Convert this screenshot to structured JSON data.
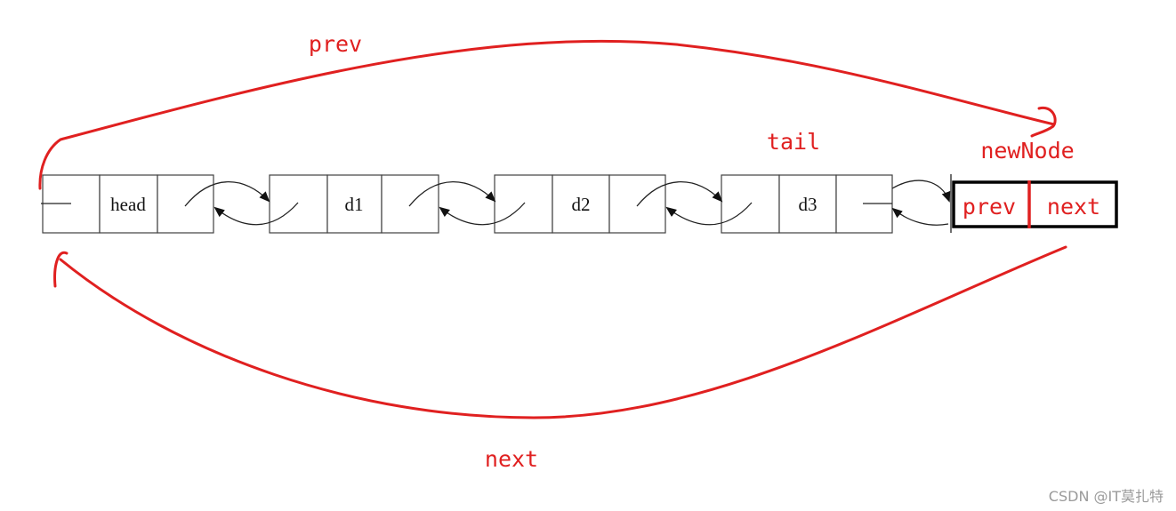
{
  "colors": {
    "red": "#e02020",
    "node_border": "#404040",
    "text": "#111111",
    "watermark": "#9a9a9a"
  },
  "nodes": [
    {
      "label": "head"
    },
    {
      "label": "d1"
    },
    {
      "label": "d2"
    },
    {
      "label": "d3"
    }
  ],
  "new_node": {
    "title": "newNode",
    "prev_label": "prev",
    "next_label": "next"
  },
  "labels": {
    "tail": "tail",
    "top_arc": "prev",
    "bottom_arc": "next"
  },
  "watermark": "CSDN @IT莫扎特"
}
